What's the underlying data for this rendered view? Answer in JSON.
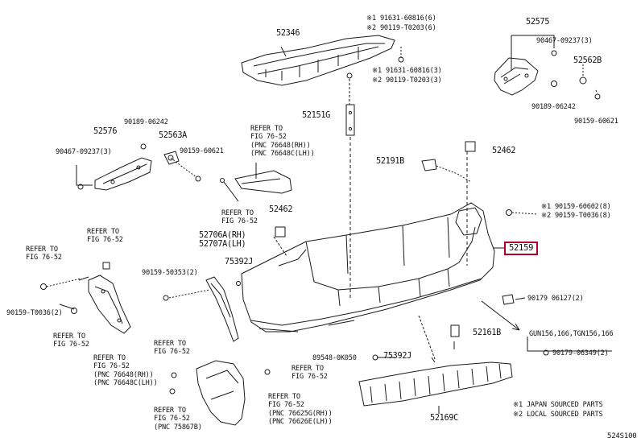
{
  "parts": {
    "p52346": "52346",
    "p52575": "52575",
    "p52562b": "52562B",
    "p52576": "52576",
    "p52563a": "52563A",
    "p52151g": "52151G",
    "p52191b": "52191B",
    "p52462a": "52462",
    "p52462b": "52462",
    "p52706a": "52706A(RH)",
    "p52707a": "52707A(LH)",
    "p75392a": "75392J",
    "p75392b": "75392J",
    "p52159": "52159",
    "p52161b": "52161B",
    "p52169c": "52169C"
  },
  "fasteners": {
    "f1a": "※1 91631-60816(6)",
    "f1b": "※2 90119-T0203(6)",
    "f2a": "※1 91631-60816(3)",
    "f2b": "※2 90119-T0203(3)",
    "f_90467_r": "90467-09237(3)",
    "f_90189_r": "90189-06242",
    "f_90159_r": "90159-60621",
    "f_90189_l": "90189-06242",
    "f_90467_l": "90467-09237(3)",
    "f_90159_l": "90159-60621",
    "f_60602a": "※1 90159-60602(8)",
    "f_60602b": "※2 90159-T0036(8)",
    "f_50353": "90159-50353(2)",
    "f_t0036": "90159-T0036(2)",
    "f_90179a": "90179 06127(2)",
    "f_gun": "GUN156,166,TGN156,166",
    "f_90179b": "90179-06349(2)",
    "f_89548": "89548-0K050"
  },
  "refs": {
    "r1": [
      "REFER TO",
      "FIG 76-52",
      "(PNC 76648(RH))",
      "(PNC 76648C(LH))"
    ],
    "r2": [
      "REFER TO",
      "FIG 76-52"
    ],
    "r3": [
      "REFER TO",
      "FIG 76-52"
    ],
    "r4": [
      "REFER TO",
      "FIG 76-52"
    ],
    "r5": [
      "REFER TO",
      "FIG 76-52"
    ],
    "r6": [
      "REFER TO",
      "FIG 76-52",
      "(PNC 76648(RH))",
      "(PNC 76648C(LH))"
    ],
    "r7": [
      "REFER TO",
      "FIG 76-52"
    ],
    "r8": [
      "REFER TO",
      "FIG 76-52"
    ],
    "r9": [
      "REFER TO",
      "FIG 76-52",
      "(PNC 75867B)"
    ],
    "r10": [
      "REFER TO",
      "FIG 76-52",
      "(PNC 76625G(RH))",
      "(PNC 76626E(LH))"
    ]
  },
  "legend": {
    "l1": "※1 JAPAN SOURCED PARTS",
    "l2": "※2 LOCAL SOURCED PARTS"
  },
  "figure_id": "524S100",
  "colors": {
    "line": "#1a1a1a",
    "highlight": "#b0002a"
  }
}
